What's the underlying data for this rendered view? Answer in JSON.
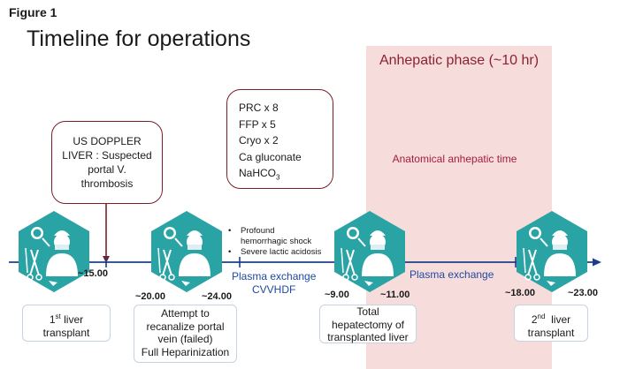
{
  "figure_label": "Figure 1",
  "title": "Timeline for operations",
  "anhepatic": {
    "phase_label": "Anhepatic phase (~10 hr)",
    "anatomical_label": "Anatomical anhepatic time"
  },
  "us_callout": {
    "line1": "US DOPPLER",
    "line2": "LIVER : Suspected",
    "line3": "portal V.",
    "line4": "thrombosis"
  },
  "meds_callout": {
    "prc": "PRC x 8",
    "ffp": "FFP x 5",
    "cryo": "Cryo x 2",
    "ca": "Ca gluconate",
    "nahco_main": "NaHCO",
    "nahco_sub": "3"
  },
  "bullets": {
    "b1_line1": "Profound",
    "b1_line2": "hemorrhagic shock",
    "b2": "Severe lactic acidosis"
  },
  "interventions": {
    "pe1": "Plasma exchange",
    "cvvhdf": "CVVHDF",
    "pe2": "Plasma exchange"
  },
  "times": {
    "t1": "~15.00",
    "t2": "~20.00",
    "t3": "~24.00",
    "t4": "~9.00",
    "t5": "~11.00",
    "t6": "~18.00",
    "t7": "~23.00"
  },
  "events": {
    "e1_num": "1",
    "e1_sup": "st",
    "e1_rest": " liver",
    "e1_line2": "transplant",
    "e2_line1": "Attempt to",
    "e2_line2": "recanalize portal",
    "e2_line3": "vein (failed)",
    "e2_line4": "Full Heparinization",
    "e3_line1": "Total",
    "e3_line2": "hepatectomy of",
    "e3_line3": "transplanted liver",
    "e4_num": "2",
    "e4_sup": "nd",
    "e4_rest": "  liver",
    "e4_line2": "transplant"
  },
  "colors": {
    "timeline": "#1c3e8a",
    "hex_teal": "#2aa3a5",
    "callout_border": "#7a1f2b",
    "anhepatic_bg": "#f7dcdc",
    "anhepatic_text": "#8b2231",
    "intervention_text": "#1f4aa0",
    "event_box_border": "#c5d3e3"
  },
  "icons": [
    "surgeon-icon",
    "surgical-lamp-icon",
    "scissors-icon",
    "scalpel-icon",
    "forceps-icon",
    "syringe-icon",
    "gloves-icon"
  ]
}
